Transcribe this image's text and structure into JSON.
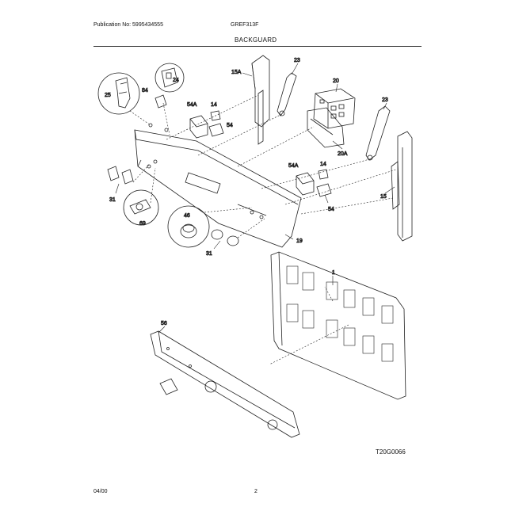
{
  "header": {
    "publication": "Publication No: 5995434555",
    "model": "GREF313F",
    "section_title": "BACKGUARD"
  },
  "footer": {
    "date": "04/00",
    "page": "2",
    "reference": "T20G0066"
  },
  "callouts": {
    "p15a": "15A",
    "p23a": "23",
    "p20": "20",
    "p25": "25",
    "p84": "84",
    "p24": "24",
    "p54a_top": "54A",
    "p14_top": "14",
    "p54_top": "54",
    "p20a": "20A",
    "p23b": "23",
    "p54a_mid": "54A",
    "p14_mid": "14",
    "p15": "15",
    "p54_mid": "54",
    "p31_left": "31",
    "p69": "69",
    "p46": "46",
    "p19": "19",
    "p31_bottom": "31",
    "p1": "1",
    "p56": "56"
  }
}
